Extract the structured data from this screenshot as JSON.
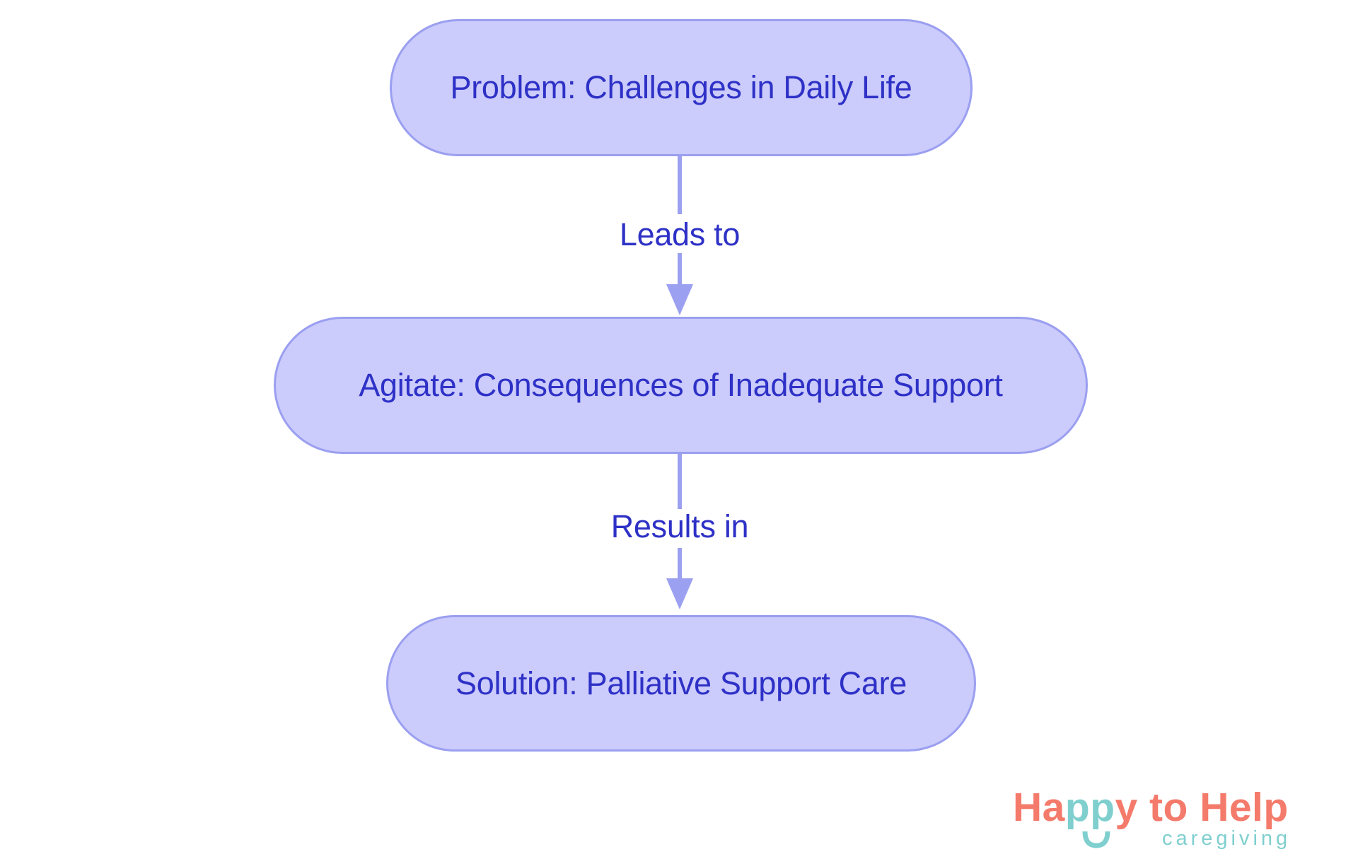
{
  "diagram": {
    "type": "flowchart",
    "direction": "top-to-bottom",
    "colors": {
      "node_fill": "#cbcbfc",
      "node_border": "#9b9ff0",
      "text": "#2e31c6",
      "edge": "#9ba0f0"
    },
    "nodes": [
      {
        "id": "problem",
        "label": "Problem: Challenges in Daily Life"
      },
      {
        "id": "agitate",
        "label": "Agitate: Consequences of Inadequate Support"
      },
      {
        "id": "solution",
        "label": "Solution: Palliative Support Care"
      }
    ],
    "edges": [
      {
        "from": "problem",
        "to": "agitate",
        "label": "Leads to"
      },
      {
        "from": "agitate",
        "to": "solution",
        "label": "Results in"
      }
    ]
  },
  "logo": {
    "part_ha": "Ha",
    "part_pp": "pp",
    "part_rest": "y to Help",
    "subtitle": "caregiving",
    "colors": {
      "coral": "#f47b6b",
      "teal": "#80cfcf"
    }
  }
}
